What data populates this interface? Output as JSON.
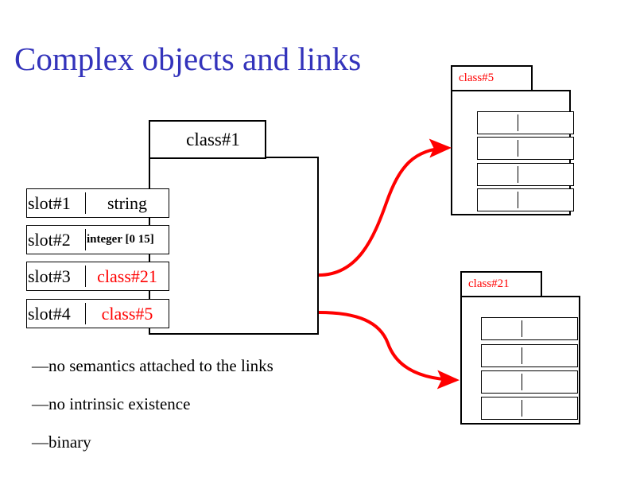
{
  "slide": {
    "title": "Complex objects and links",
    "title_color": "#3333bb",
    "link_color": "#ff0000"
  },
  "main_object": {
    "name": "class#1",
    "slots": [
      {
        "name": "slot#1",
        "value": "string",
        "kind": "type",
        "style": "normal"
      },
      {
        "name": "slot#2",
        "value": "integer [0 15]",
        "kind": "type",
        "style": "small"
      },
      {
        "name": "slot#3",
        "value": "class#21",
        "kind": "link",
        "style": "link"
      },
      {
        "name": "slot#4",
        "value": "class#5",
        "kind": "link",
        "style": "link"
      }
    ]
  },
  "linked_objects": [
    {
      "name": "class#5",
      "slot_count": 4,
      "slots": [
        {
          "name": "",
          "value": ""
        },
        {
          "name": "",
          "value": ""
        },
        {
          "name": "",
          "value": ""
        },
        {
          "name": "",
          "value": ""
        }
      ]
    },
    {
      "name": "class#21",
      "slot_count": 4,
      "slots": [
        {
          "name": "",
          "value": ""
        },
        {
          "name": "",
          "value": ""
        },
        {
          "name": "",
          "value": ""
        },
        {
          "name": "",
          "value": ""
        }
      ]
    }
  ],
  "links": [
    {
      "from": "slot#3",
      "to": "class#5",
      "label": ""
    },
    {
      "from": "slot#4",
      "to": "class#21",
      "label": ""
    }
  ],
  "bullets": [
    "—no semantics attached to the links",
    "—no intrinsic existence",
    "—binary"
  ]
}
